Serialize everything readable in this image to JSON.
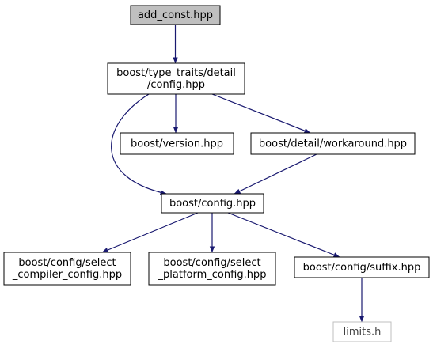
{
  "nodes": [
    {
      "id": "add_const",
      "lines": [
        "add_const.hpp"
      ],
      "fill": "#bfbfbf",
      "stroke": "#000000",
      "root": true
    },
    {
      "id": "tt_config",
      "lines": [
        "boost/type_traits/detail",
        "/config.hpp"
      ],
      "fill": "#ffffff",
      "stroke": "#000000"
    },
    {
      "id": "version",
      "lines": [
        "boost/version.hpp"
      ],
      "fill": "#ffffff",
      "stroke": "#000000"
    },
    {
      "id": "workaround",
      "lines": [
        "boost/detail/workaround.hpp"
      ],
      "fill": "#ffffff",
      "stroke": "#000000"
    },
    {
      "id": "config",
      "lines": [
        "boost/config.hpp"
      ],
      "fill": "#ffffff",
      "stroke": "#000000"
    },
    {
      "id": "sel_compiler",
      "lines": [
        "boost/config/select",
        "_compiler_config.hpp"
      ],
      "fill": "#ffffff",
      "stroke": "#000000"
    },
    {
      "id": "sel_platform",
      "lines": [
        "boost/config/select",
        "_platform_config.hpp"
      ],
      "fill": "#ffffff",
      "stroke": "#000000"
    },
    {
      "id": "suffix",
      "lines": [
        "boost/config/suffix.hpp"
      ],
      "fill": "#ffffff",
      "stroke": "#000000"
    },
    {
      "id": "limits",
      "lines": [
        "limits.h"
      ],
      "fill": "#ffffff",
      "stroke": "#bfbfbf",
      "muted": true
    }
  ],
  "edges": [
    {
      "from": "add_const",
      "to": "tt_config"
    },
    {
      "from": "tt_config",
      "to": "version"
    },
    {
      "from": "tt_config",
      "to": "workaround"
    },
    {
      "from": "tt_config",
      "to": "config"
    },
    {
      "from": "workaround",
      "to": "config"
    },
    {
      "from": "config",
      "to": "sel_compiler"
    },
    {
      "from": "config",
      "to": "sel_platform"
    },
    {
      "from": "config",
      "to": "suffix"
    },
    {
      "from": "suffix",
      "to": "limits"
    }
  ],
  "edge_color": "#191970"
}
